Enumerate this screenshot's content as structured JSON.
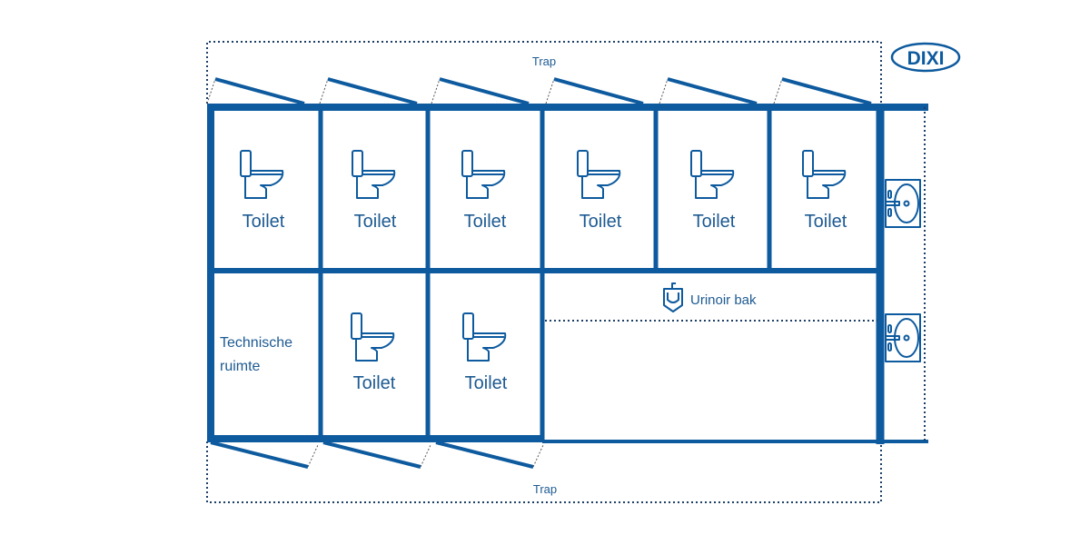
{
  "brand": {
    "logo_text": "DIXI",
    "color": "#0d5a9e"
  },
  "trap_top": "Trap",
  "trap_bottom": "Trap",
  "rooms_top": [
    {
      "label": "Toilet"
    },
    {
      "label": "Toilet"
    },
    {
      "label": "Toilet"
    },
    {
      "label": "Toilet"
    },
    {
      "label": "Toilet"
    },
    {
      "label": "Toilet"
    }
  ],
  "technical_room": {
    "line1": "Technische",
    "line2": "ruimte"
  },
  "rooms_bottom": [
    {
      "label": "Toilet"
    },
    {
      "label": "Toilet"
    }
  ],
  "urinal": {
    "label": "Urinoir bak"
  }
}
